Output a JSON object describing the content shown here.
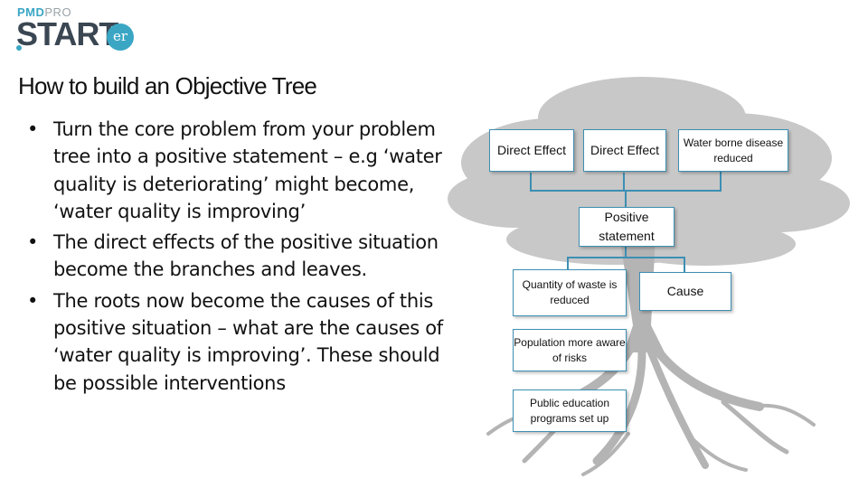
{
  "logo": {
    "top_left": "PMD",
    "top_right": "PRO",
    "main": "START",
    "badge": "er"
  },
  "title": "How to build an Objective Tree",
  "bullets": [
    "Turn the core problem from your problem tree into a positive statement – e.g ‘water quality is deteriorating’ might become, ‘water quality is improving’",
    "The direct effects of the positive situation become the branches and leaves.",
    "The roots now become the causes of this positive situation – what are the causes of ‘water quality is improving’. These should be possible interventions"
  ],
  "diagram": {
    "effect1": "Direct Effect",
    "effect2": "Direct Effect",
    "effect3": "Water borne disease reduced",
    "core": "Positive statement",
    "cause1": "Quantity of waste is reduced",
    "cause2": "Cause",
    "cause3": "Population more aware of risks",
    "cause4": "Public education programs set up"
  }
}
